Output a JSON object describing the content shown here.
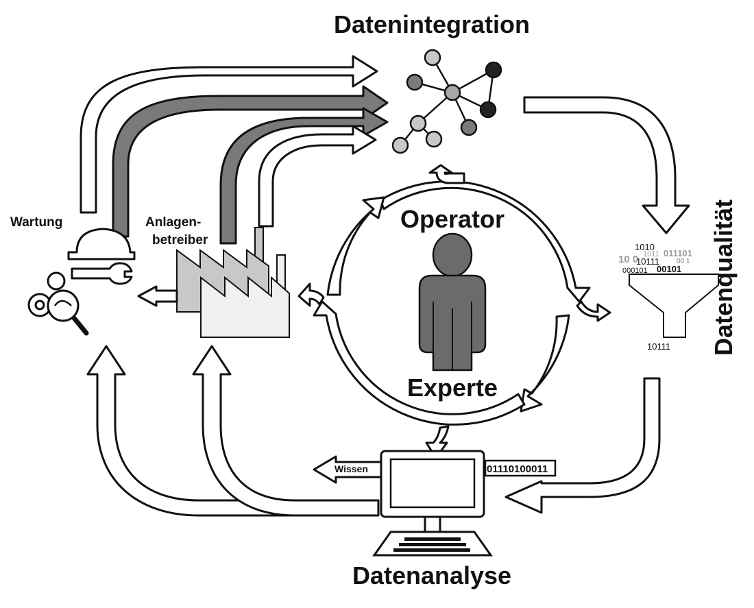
{
  "titles": {
    "integration": "Datenintegration",
    "quality": "Datenqualität",
    "analysis": "Datenanalyse"
  },
  "center": {
    "top_label": "Operator",
    "bottom_label": "Experte"
  },
  "left": {
    "maintenance_label": "Wartung",
    "operator_label_line1": "Anlagen-",
    "operator_label_line2": "betreiber"
  },
  "analysis": {
    "knowledge_label": "Wissen",
    "binary_stream": "01110100011"
  },
  "quality_codes": {
    "c1": "1010",
    "c2": "10 0",
    "c3": "1011",
    "c4": "011101",
    "c5": "10111",
    "c6": "00 1",
    "c7": "000101",
    "c8": "00101",
    "c9": "10111"
  },
  "colors": {
    "outline": "#111111",
    "dark_gray": "#7a7a7a",
    "mid_gray": "#6b6b6b",
    "light_gray": "#c8c8c8",
    "node_black": "#222222"
  }
}
